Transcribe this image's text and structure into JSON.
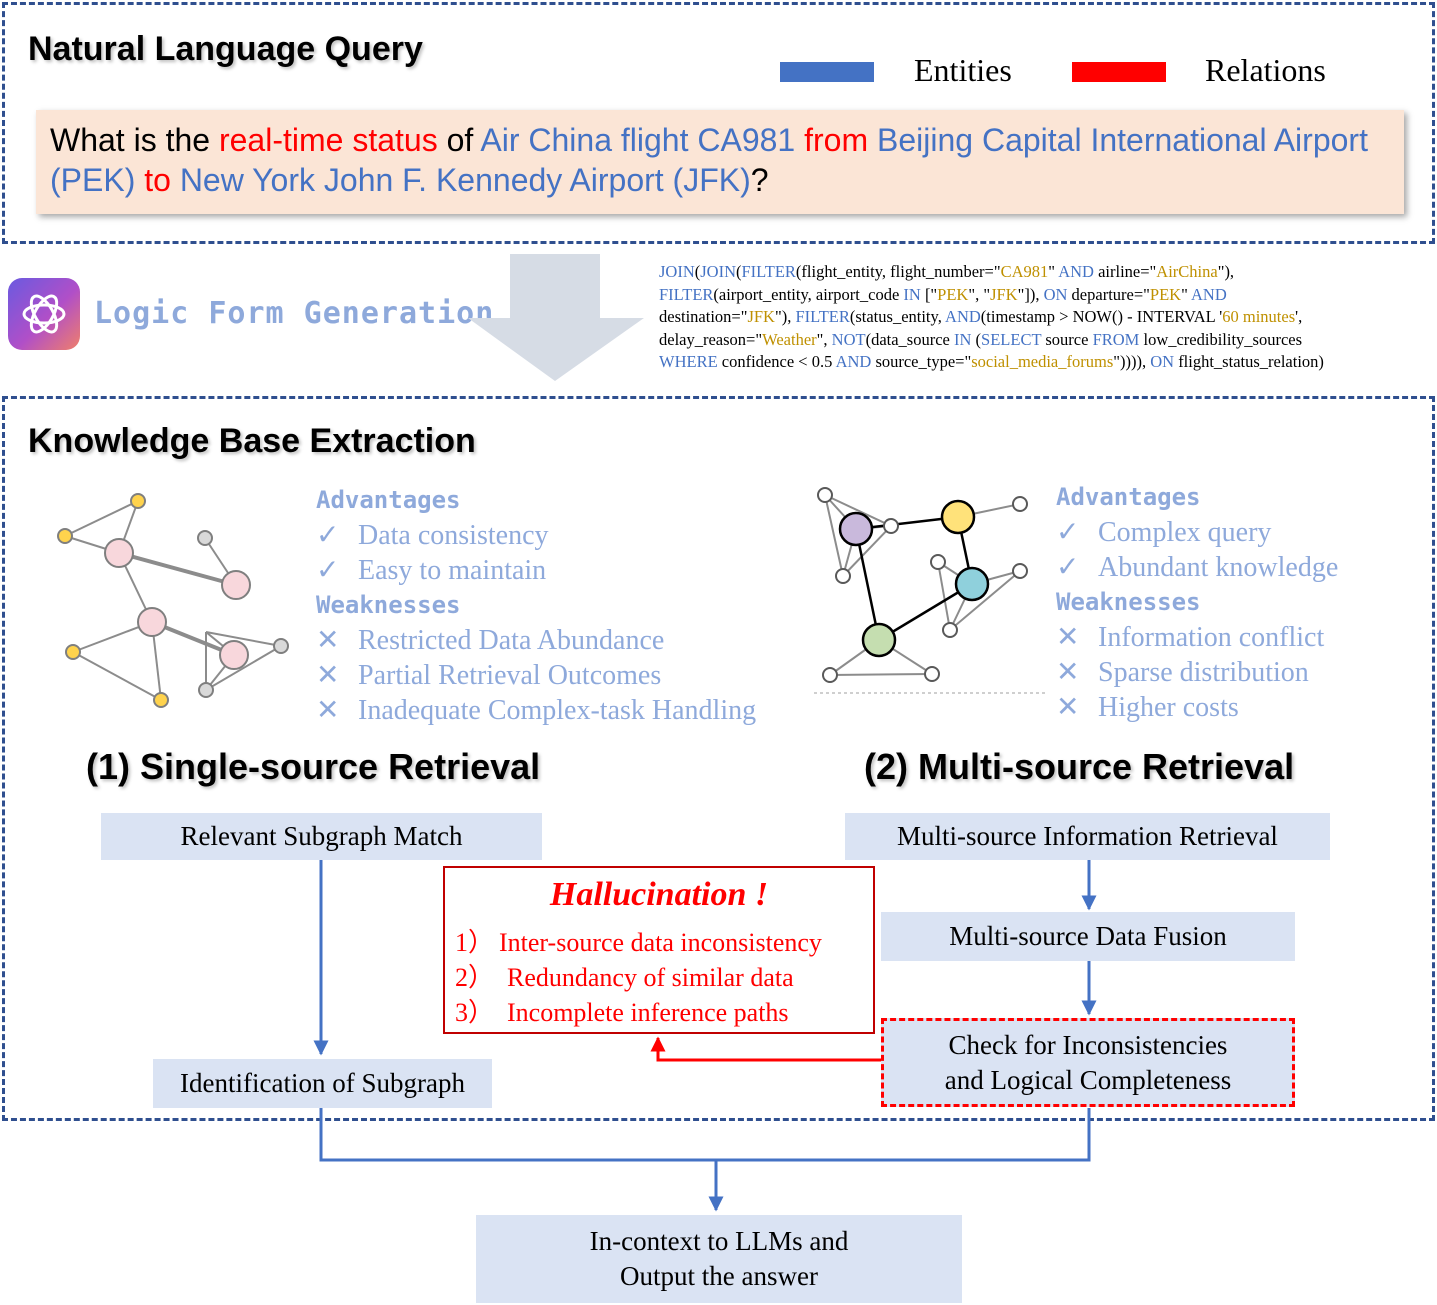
{
  "query_section": {
    "title": "Natural Language Query",
    "legend": {
      "entities_label": "Entities",
      "relations_label": "Relations",
      "entities_color": "#4472c4",
      "relations_color": "#ff0000"
    },
    "segments": [
      {
        "text": "What is the ",
        "type": "plain"
      },
      {
        "text": "real-time status",
        "type": "relation"
      },
      {
        "text": " of ",
        "type": "plain"
      },
      {
        "text": "Air China flight CA981",
        "type": "entity"
      },
      {
        "text": " ",
        "type": "plain"
      },
      {
        "text": "from",
        "type": "relation"
      },
      {
        "text": " ",
        "type": "plain"
      },
      {
        "text": "Beijing Capital International Airport (PEK)",
        "type": "entity"
      },
      {
        "text": " ",
        "type": "plain"
      },
      {
        "text": "to",
        "type": "relation"
      },
      {
        "text": " ",
        "type": "plain"
      },
      {
        "text": "New York John F. Kennedy Airport (JFK)",
        "type": "entity"
      },
      {
        "text": "?",
        "type": "plain"
      }
    ]
  },
  "logic_form": {
    "title": "Logic Form Generation",
    "lines": [
      [
        {
          "t": "JOIN",
          "c": "kw"
        },
        {
          "t": "(",
          "c": "p"
        },
        {
          "t": "JOIN",
          "c": "kw"
        },
        {
          "t": "(",
          "c": "p"
        },
        {
          "t": "FILTER",
          "c": "kw"
        },
        {
          "t": "(flight_entity, flight_number=\"",
          "c": "p"
        },
        {
          "t": "CA981",
          "c": "str"
        },
        {
          "t": "\" ",
          "c": "p"
        },
        {
          "t": "AND",
          "c": "kw"
        },
        {
          "t": " airline=\"",
          "c": "p"
        },
        {
          "t": "AirChina",
          "c": "str"
        },
        {
          "t": "\"),",
          "c": "p"
        }
      ],
      [
        {
          "t": "FILTER",
          "c": "kw"
        },
        {
          "t": "(airport_entity, airport_code ",
          "c": "p"
        },
        {
          "t": "IN",
          "c": "kw"
        },
        {
          "t": " [\"",
          "c": "p"
        },
        {
          "t": "PEK",
          "c": "str"
        },
        {
          "t": "\", \"",
          "c": "p"
        },
        {
          "t": "JFK",
          "c": "str"
        },
        {
          "t": "\"]), ",
          "c": "p"
        },
        {
          "t": "ON",
          "c": "kw"
        },
        {
          "t": " departure=\"",
          "c": "p"
        },
        {
          "t": "PEK",
          "c": "str"
        },
        {
          "t": "\" ",
          "c": "p"
        },
        {
          "t": "AND",
          "c": "kw"
        }
      ],
      [
        {
          "t": "destination=\"",
          "c": "p"
        },
        {
          "t": "JFK",
          "c": "str"
        },
        {
          "t": "\"), ",
          "c": "p"
        },
        {
          "t": "FILTER",
          "c": "kw"
        },
        {
          "t": "(status_entity, ",
          "c": "p"
        },
        {
          "t": "AND",
          "c": "kw"
        },
        {
          "t": "(timestamp > NOW() - INTERVAL '",
          "c": "p"
        },
        {
          "t": "60 minutes",
          "c": "str"
        },
        {
          "t": "',",
          "c": "p"
        }
      ],
      [
        {
          "t": "delay_reason=\"",
          "c": "p"
        },
        {
          "t": "Weather",
          "c": "str"
        },
        {
          "t": "\", ",
          "c": "p"
        },
        {
          "t": "NOT",
          "c": "kw"
        },
        {
          "t": "(data_source ",
          "c": "p"
        },
        {
          "t": "IN",
          "c": "kw"
        },
        {
          "t": " (",
          "c": "p"
        },
        {
          "t": "SELECT",
          "c": "kw"
        },
        {
          "t": " source ",
          "c": "p"
        },
        {
          "t": "FROM",
          "c": "kw"
        },
        {
          "t": " low_credibility_sources",
          "c": "p"
        }
      ],
      [
        {
          "t": "WHERE",
          "c": "kw"
        },
        {
          "t": " confidence < 0.5 ",
          "c": "p"
        },
        {
          "t": "AND",
          "c": "kw"
        },
        {
          "t": " source_type=\"",
          "c": "p"
        },
        {
          "t": "social_media_forums",
          "c": "str"
        },
        {
          "t": "\")))), ",
          "c": "p"
        },
        {
          "t": "ON",
          "c": "kw"
        },
        {
          "t": " flight_status_relation)",
          "c": "p"
        }
      ]
    ]
  },
  "kb_section": {
    "title": "Knowledge Base Extraction",
    "single": {
      "heading": "(1) Single-source Retrieval",
      "advantages_title": "Advantages",
      "advantages": [
        "Data consistency",
        "Easy to maintain"
      ],
      "weaknesses_title": "Weaknesses",
      "weaknesses": [
        "Restricted Data Abundance",
        "Partial Retrieval Outcomes",
        "Inadequate Complex-task Handling"
      ],
      "step1": "Relevant Subgraph Match",
      "step2": "Identification of Subgraph"
    },
    "multi": {
      "heading": "(2) Multi-source Retrieval",
      "advantages_title": "Advantages",
      "advantages": [
        "Complex query",
        "Abundant knowledge"
      ],
      "weaknesses_title": "Weaknesses",
      "weaknesses": [
        "Information conflict",
        "Sparse distribution",
        "Higher costs"
      ],
      "step1": "Multi-source Information Retrieval",
      "step2": "Multi-source Data Fusion",
      "step3_line1": "Check for Inconsistencies",
      "step3_line2": "and Logical Completeness"
    },
    "hallucination": {
      "title": "Hallucination !",
      "items": [
        {
          "num": "1）",
          "text": "Inter-source data inconsistency"
        },
        {
          "num": "2）",
          "text": "Redundancy of similar data"
        },
        {
          "num": "3）",
          "text": "Incomplete inference paths"
        }
      ]
    }
  },
  "output": {
    "line1": "In-context to LLMs and",
    "line2": "Output the answer"
  },
  "marks": {
    "check": "✓",
    "cross": "✕"
  }
}
